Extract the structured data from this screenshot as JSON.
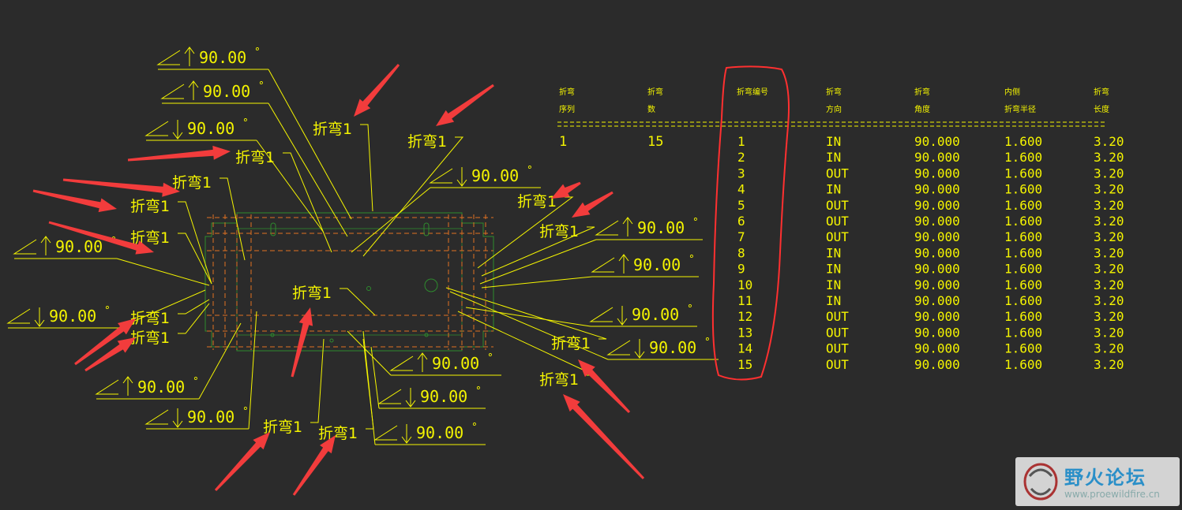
{
  "drawing": {
    "bend_label": "折弯1",
    "angle_label": "90.00",
    "degree_symbol": "°"
  },
  "table": {
    "headers": [
      [
        "折弯",
        "序列"
      ],
      [
        "折弯",
        "数"
      ],
      [
        "折弯编号",
        ""
      ],
      [
        "折弯",
        "方向"
      ],
      [
        "折弯",
        "角度"
      ],
      [
        "内侧",
        "折弯半径"
      ],
      [
        "折弯",
        "长度"
      ]
    ],
    "sequence": "1",
    "count": "15",
    "rows": [
      {
        "num": "1",
        "dir": "IN",
        "angle": "90.000",
        "radius": "1.600",
        "length": "3.20"
      },
      {
        "num": "2",
        "dir": "IN",
        "angle": "90.000",
        "radius": "1.600",
        "length": "3.20"
      },
      {
        "num": "3",
        "dir": "OUT",
        "angle": "90.000",
        "radius": "1.600",
        "length": "3.20"
      },
      {
        "num": "4",
        "dir": "IN",
        "angle": "90.000",
        "radius": "1.600",
        "length": "3.20"
      },
      {
        "num": "5",
        "dir": "OUT",
        "angle": "90.000",
        "radius": "1.600",
        "length": "3.20"
      },
      {
        "num": "6",
        "dir": "OUT",
        "angle": "90.000",
        "radius": "1.600",
        "length": "3.20"
      },
      {
        "num": "7",
        "dir": "OUT",
        "angle": "90.000",
        "radius": "1.600",
        "length": "3.20"
      },
      {
        "num": "8",
        "dir": "IN",
        "angle": "90.000",
        "radius": "1.600",
        "length": "3.20"
      },
      {
        "num": "9",
        "dir": "IN",
        "angle": "90.000",
        "radius": "1.600",
        "length": "3.20"
      },
      {
        "num": "10",
        "dir": "IN",
        "angle": "90.000",
        "radius": "1.600",
        "length": "3.20"
      },
      {
        "num": "11",
        "dir": "IN",
        "angle": "90.000",
        "radius": "1.600",
        "length": "3.20"
      },
      {
        "num": "12",
        "dir": "OUT",
        "angle": "90.000",
        "radius": "1.600",
        "length": "3.20"
      },
      {
        "num": "13",
        "dir": "OUT",
        "angle": "90.000",
        "radius": "1.600",
        "length": "3.20"
      },
      {
        "num": "14",
        "dir": "OUT",
        "angle": "90.000",
        "radius": "1.600",
        "length": "3.20"
      },
      {
        "num": "15",
        "dir": "OUT",
        "angle": "90.000",
        "radius": "1.600",
        "length": "3.20"
      }
    ]
  },
  "watermark": {
    "title": "野火论坛",
    "url": "www.proewildfire.cn"
  },
  "colors": {
    "background": "#2b2b2b",
    "annotation": "#f5f500",
    "outline": "#2e8b2e",
    "bend_line": "#e07020",
    "highlight": "#ff3030"
  }
}
